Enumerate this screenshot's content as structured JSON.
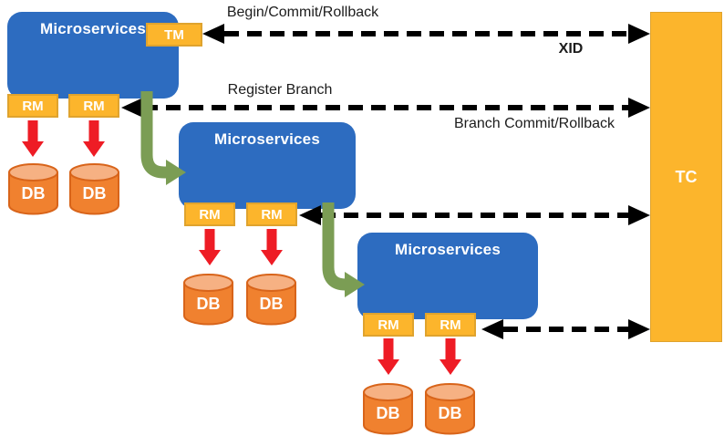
{
  "nodes": {
    "microservices": {
      "label": "Microservices"
    },
    "tm_badge": {
      "label": "TM"
    },
    "rm_badge": {
      "label": "RM"
    },
    "db": {
      "label": "DB"
    },
    "tc": {
      "label": "TC"
    }
  },
  "edges": {
    "begin_commit_rollback": {
      "label": "Begin/Commit/Rollback"
    },
    "xid": {
      "label": "XID"
    },
    "register_branch": {
      "label": "Register Branch"
    },
    "branch_commit_rollback": {
      "label": "Branch Commit/Rollback"
    }
  },
  "colors": {
    "microservice_blue": "#2D6CC0",
    "badge_orange": "#FCB52C",
    "badge_border": "#DFA32E",
    "db_body_orange": "#F0812F",
    "db_top_orange": "#F6B183",
    "db_border": "#D8641A",
    "red_arrow": "#EE1C25",
    "green_arrow": "#7B9D54",
    "dashed_line": "#000000"
  }
}
